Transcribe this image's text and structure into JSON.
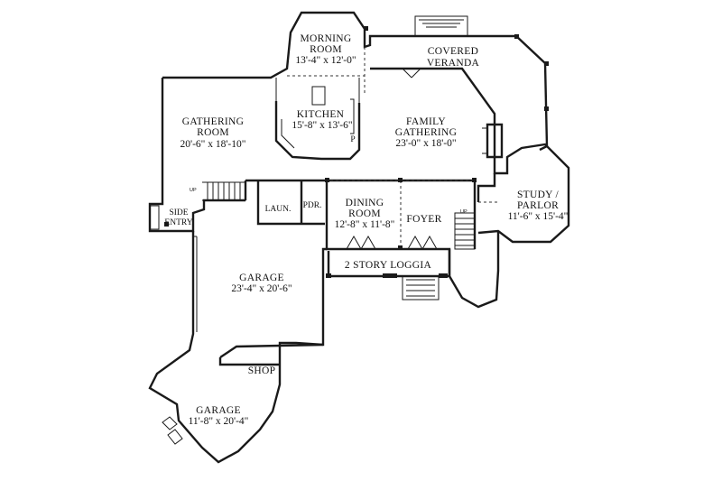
{
  "plan": {
    "rooms": [
      {
        "id": "morning-room",
        "name": "MORNING\nROOM",
        "dim": "13'-4\" x 12'-0\""
      },
      {
        "id": "covered-veranda",
        "name": "COVERED\nVERANDA",
        "dim": ""
      },
      {
        "id": "kitchen",
        "name": "KITCHEN",
        "dim": "15'-8\" x 13'-6\""
      },
      {
        "id": "gathering-room",
        "name": "GATHERING\nROOM",
        "dim": "20'-6\" x 18'-10\""
      },
      {
        "id": "family-gathering",
        "name": "FAMILY\nGATHERING",
        "dim": "23'-0\" x 18'-0\""
      },
      {
        "id": "study-parlor",
        "name": "STUDY /\nPARLOR",
        "dim": "11'-6\" x 15'-4\""
      },
      {
        "id": "dining-room",
        "name": "DINING\nROOM",
        "dim": "12'-8\" x 11'-8\""
      },
      {
        "id": "foyer",
        "name": "FOYER",
        "dim": ""
      },
      {
        "id": "loggia",
        "name": "2 STORY LOGGIA",
        "dim": ""
      },
      {
        "id": "garage-main",
        "name": "GARAGE",
        "dim": "23'-4\" x 20'-6\""
      },
      {
        "id": "shop",
        "name": "SHOP",
        "dim": ""
      },
      {
        "id": "garage-side",
        "name": "GARAGE",
        "dim": "11'-8\" x 20'-4\""
      }
    ],
    "small_labels": {
      "side_entry_1": "SIDE",
      "side_entry_2": "ENTRY",
      "laundry": "LAUN.",
      "powder": "PDR.",
      "pantry": "P",
      "up": "UP"
    }
  }
}
